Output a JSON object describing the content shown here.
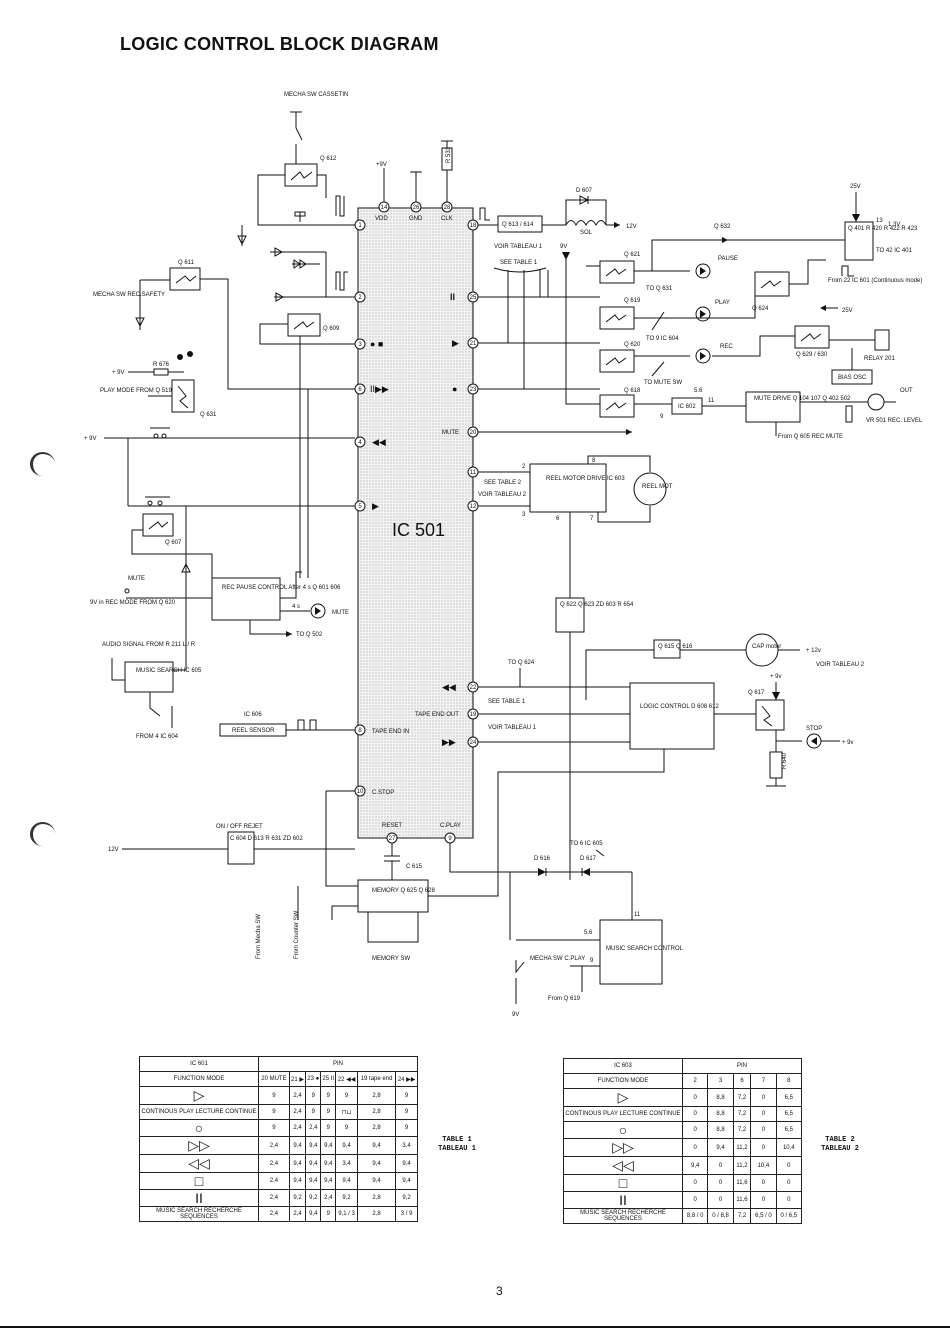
{
  "title": "LOGIC CONTROL BLOCK DIAGRAM",
  "ic": {
    "name": "IC 501",
    "top_labels": {
      "vdd": "VDD",
      "gnd": "GND",
      "clk": "CLK"
    },
    "left_pins": [
      {
        "num": "1",
        "sym": ""
      },
      {
        "num": "2",
        "sym": ""
      },
      {
        "num": "3",
        "sym": "● ■"
      },
      {
        "num": "6",
        "sym": "II▶▶"
      },
      {
        "num": "4",
        "sym": "◀◀"
      },
      {
        "num": "5",
        "sym": "▶"
      },
      {
        "num": "8",
        "sym": "TAPE END IN"
      },
      {
        "num": "10",
        "sym": "C.STOP"
      }
    ],
    "right_pins": [
      {
        "num": "18",
        "sym": ""
      },
      {
        "num": "25",
        "sym": "II"
      },
      {
        "num": "21",
        "sym": "▶"
      },
      {
        "num": "23",
        "sym": "●"
      },
      {
        "num": "20",
        "sym": "MUTE"
      },
      {
        "num": "11",
        "sym": ""
      },
      {
        "num": "12",
        "sym": ""
      },
      {
        "num": "22",
        "sym": "◀◀"
      },
      {
        "num": "19",
        "sym": "TAPE END OUT"
      },
      {
        "num": "24",
        "sym": "▶▶"
      }
    ],
    "top_pins": [
      "14",
      "26",
      "28"
    ],
    "bottom_pins": [
      {
        "num": "27",
        "sym": "RESET"
      },
      {
        "num": "9",
        "sym": "C.PLAY"
      }
    ]
  },
  "labels": {
    "mecha_cassette": "MECHA SW CASSETIN",
    "q612": "Q 612",
    "q611": "Q 611",
    "mecha_rec": "MECHA SW REC.SAFETY",
    "q609": "Q 609",
    "r676": "R 676",
    "plus9v": "+ 9V",
    "play_mode": "PLAY MODE FROM Q 519",
    "q631": "Q 631",
    "plus9v_left": "+ 9V",
    "q607": "Q 607",
    "mute": "MUTE",
    "rec_mode": "9V in  REC MODE FROM Q 620",
    "rec_pause": "REC PAUSE CONTROL After 4 s Q 601   606",
    "four_s": "4 s",
    "mute_led": "MUTE",
    "to_q502": "TO Q 502",
    "audio_signal": "AUDIO SIGNAL FROM  R 211 L / R",
    "music_search_605": "MUSIC SEARCH IC 605",
    "from4ic604": "FROM 4 IC 604",
    "ic606": "IC 606",
    "reel_sensor": "REEL SENSOR",
    "on_off": "ON / OFF REJET",
    "c604": "C 604 D 613 R 631 ZD 602",
    "v12": "12V",
    "c615": "C 615",
    "memory": "MEMORY Q 625   Q 628",
    "memory_sw": "MEMORY SW",
    "from_mecha": "From Mecha SW",
    "from_counter": "From Counter SW",
    "r533": "R 533",
    "v9top": "+9V",
    "q613": "Q 613 / 614",
    "voir_t1": "VOIR TABLEAU 1",
    "see_t1": "SEE TABLE 1",
    "d607": "D 607",
    "sol": "SOL",
    "v12sol": "12V",
    "v9b": "9V",
    "q621": "Q 621",
    "q632": "Q 632",
    "pause": "PAUSE",
    "to_q631": "TO Q 631",
    "q619": "Q 619",
    "play": "PLAY",
    "q624": "Q 624",
    "to9ic604": "TO 9 IC 604",
    "q620": "Q 620",
    "rec": "REC",
    "q618": "Q 618",
    "to_mute_sw": "TO MUTE SW",
    "n56": "5.6",
    "ic602": "IC 602",
    "n11": "11",
    "n9": "9",
    "mute_drive": "MUTE DRIVE Q 104   107 Q 402   502",
    "from_q605": "From Q 605 REC MUTE",
    "out": "OUT",
    "vr501": "VR 501 REC. LEVEL",
    "v25": "25V",
    "q401": "Q 401 R 420 R 422 R 423",
    "n13": "13",
    "v13": "1.3V",
    "to42": "TO 42 IC 401",
    "from22": "From 22 IC 601 (Continuous mode)",
    "v25b": "25V",
    "q629": "Q 629 / 630",
    "relay": "RELAY 201",
    "bias": "BIAS OSC",
    "see_t2": "SEE TABLE 2",
    "voir_t2": "VOIR TABLEAU 2",
    "reel_drive": "REEL MOTOR DRIVE IC 603",
    "reel_mot": "REEL MOT",
    "n2": "2",
    "n3": "3",
    "n6": "6",
    "n7": "7",
    "n8": "8",
    "q622": "Q 622 Q 623 ZD 603 R 654",
    "to_q624": "TO Q 624",
    "q615": "Q 615 Q 616",
    "cap": "CAP motor",
    "v12r": "+ 12v",
    "voir_t2b": "VOIR TABLEAU 2",
    "see_t1b": "SEE TABLE 1",
    "voir_t1b": "VOIR TABLEAU 1",
    "logic": "LOGIC CONTROL D 608   612",
    "v9c": "+ 9v",
    "q617": "Q 617",
    "stop": "STOP",
    "v9d": "+ 9v",
    "r640": "R 640",
    "to6": "TO 6 IC 605",
    "d616": "D 616",
    "d617": "D 617",
    "n11b": "11",
    "n56b": "5.6",
    "n9b": "9",
    "music_ctrl": "MUSIC SEARCH CONTROL",
    "mecha_cplay": "MECHA SW C.PLAY",
    "from_q619": "From Q 619",
    "v9e": "9V"
  },
  "table1": {
    "ic": "IC 601",
    "pin": "PIN",
    "function": "FUNCTION MODE",
    "cols": [
      "20 MUTE",
      "21 ▶",
      "23 ●",
      "25 II",
      "22 ◀◀",
      "19 tape end",
      "24 ▶▶"
    ],
    "rows": [
      {
        "mode": "▷",
        "vals": [
          "9",
          "2,4",
          "9",
          "9",
          "9",
          "2,8",
          "9"
        ]
      },
      {
        "mode": "CONTINOUS PLAY LECTURE CONTINUE",
        "vals": [
          "9",
          "2,4",
          "9",
          "9",
          "⊓⊔",
          "2,8",
          "9"
        ]
      },
      {
        "mode": "○",
        "vals": [
          "9",
          "2,4",
          "2,4",
          "9",
          "9",
          "2,8",
          "9"
        ]
      },
      {
        "mode": "▷▷",
        "vals": [
          "2,4",
          "9,4",
          "9,4",
          "9,4",
          "9,4",
          "9,4",
          "3,4"
        ]
      },
      {
        "mode": "◁◁",
        "vals": [
          "2,4",
          "9,4",
          "9,4",
          "9,4",
          "3,4",
          "9,4",
          "9,4"
        ]
      },
      {
        "mode": "□",
        "vals": [
          "2,4",
          "9,4",
          "9,4",
          "9,4",
          "9,4",
          "9,4",
          "9,4"
        ]
      },
      {
        "mode": "II",
        "vals": [
          "2,4",
          "9,2",
          "9,2",
          "2,4",
          "9,2",
          "2,8",
          "9,2"
        ]
      },
      {
        "mode": "MUSIC SEARCH RECHERCHE SEQUENCES",
        "vals": [
          "2,4",
          "2,4",
          "9,4",
          "9",
          "9,1 / 3",
          "2,8",
          "3 / 9"
        ]
      }
    ],
    "caption": "TABLE 1 TABLEAU 1"
  },
  "table2": {
    "ic": "IC 603",
    "pin": "PIN",
    "function": "FUNCTION MODE",
    "cols": [
      "2",
      "3",
      "6",
      "7",
      "8"
    ],
    "rows": [
      {
        "mode": "▷",
        "vals": [
          "0",
          "8,8",
          "7,2",
          "0",
          "6,5"
        ]
      },
      {
        "mode": "CONTINOUS PLAY LECTURE CONTINUE",
        "vals": [
          "0",
          "8,8",
          "7,2",
          "0",
          "6,5"
        ]
      },
      {
        "mode": "○",
        "vals": [
          "0",
          "8,8",
          "7,2",
          "0",
          "6,5"
        ]
      },
      {
        "mode": "▷▷",
        "vals": [
          "0",
          "9,4",
          "11,2",
          "0",
          "10,4"
        ]
      },
      {
        "mode": "◁◁",
        "vals": [
          "9,4",
          "0",
          "11,2",
          "10,4",
          "0"
        ]
      },
      {
        "mode": "□",
        "vals": [
          "0",
          "0",
          "11,6",
          "0",
          "0"
        ]
      },
      {
        "mode": "II",
        "vals": [
          "0",
          "0",
          "11,6",
          "0",
          "0"
        ]
      },
      {
        "mode": "MUSIC SEARCH RECHERCHE SEQUENCES",
        "vals": [
          "8,8 / 0",
          "0 / 8,8",
          "7,2",
          "6,5 / 0",
          "0 / 6,5"
        ]
      }
    ],
    "caption": "TABLE 2 TABLEAU 2"
  },
  "page_number": "3"
}
